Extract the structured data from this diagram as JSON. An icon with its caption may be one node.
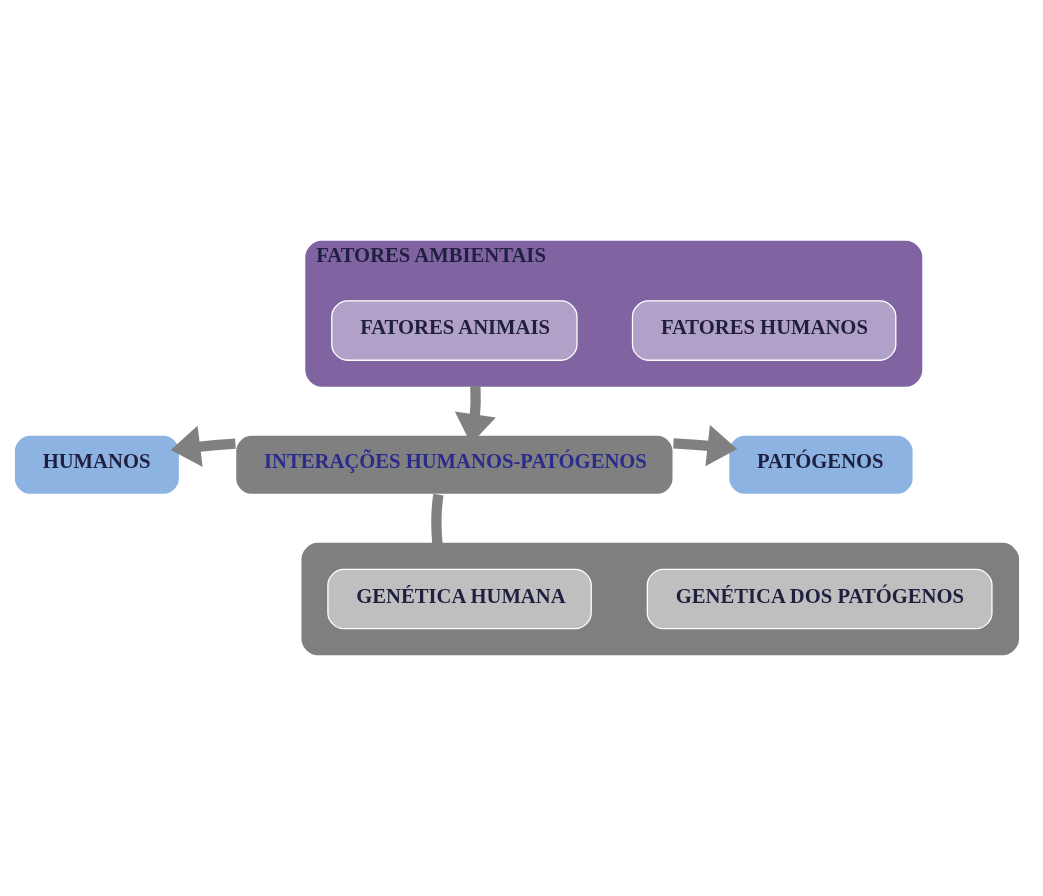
{
  "diagram": {
    "nodes": [
      {
        "text": [
          "FATORES AMBIENTAIS"
        ]
      },
      {
        "text": [
          "FATORES ANIMAIS"
        ],
        "in": 0
      },
      {
        "text": [
          "FATORES HUMANOS"
        ],
        "in": 0
      },
      {
        "text": [
          "HUMANOS"
        ]
      },
      {
        "text": [
          "INTERAÇÕES HUMANOS-PATÓGENOS"
        ]
      },
      {
        "text": [
          "PATÓGENOS"
        ]
      },
      {
        "text": [],
        "shape": "box"
      },
      {
        "text": [
          "GENÉTICA HUMANA"
        ],
        "in": 6
      },
      {
        "text": [
          "GENÉTICA DOS PATÓGENOS"
        ],
        "in": 6
      }
    ],
    "edges": [
      {
        "from": 0,
        "to": 4,
        "arrow": "to"
      },
      {
        "from": 4,
        "to": 3,
        "arrow": "to"
      },
      {
        "from": 4,
        "to": 5,
        "arrow": "to"
      },
      {
        "from": 6,
        "to": 4,
        "arrow": "none"
      }
    ]
  }
}
